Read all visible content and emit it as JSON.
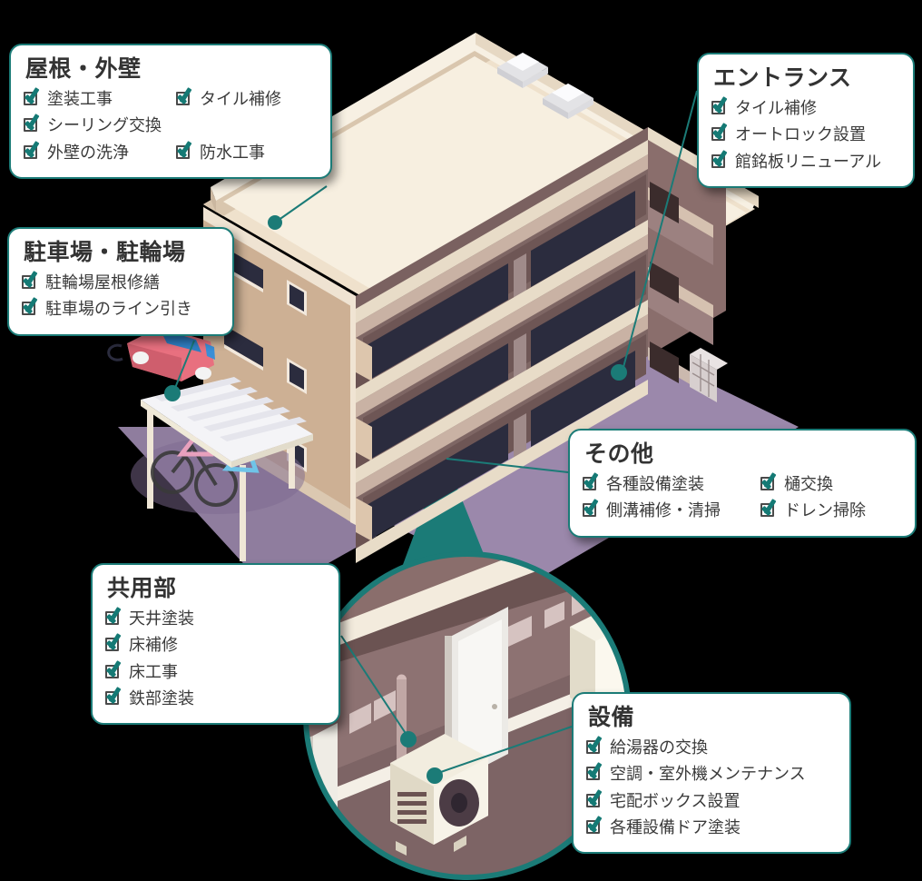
{
  "accent": "#1b7b77",
  "check_color": "#157a75",
  "title_color": "#333333",
  "text_color": "#3a3a3a",
  "card_bg": "#ffffff",
  "illustration": {
    "name": "isometric-apartment-building",
    "wall_light": "#d8bba2",
    "wall_dark": "#8a6e6c",
    "roof_top": "#f5ead9",
    "ground_shadow": "#9b88ab",
    "window_glass": "#2b2c3e",
    "car_body": "#e8707f",
    "magnifier_ring": "#1b7b77"
  },
  "cards": [
    {
      "id": "roof",
      "title": "屋根・外壁",
      "items": [
        "塗装工事",
        "タイル補修",
        "シーリング交換",
        "外壁の洗浄",
        "防水工事"
      ]
    },
    {
      "id": "entrance",
      "title": "エントランス",
      "items": [
        "タイル補修",
        "オートロック設置",
        "館銘板リニューアル"
      ]
    },
    {
      "id": "parking",
      "title": "駐車場・駐輪場",
      "items": [
        "駐輪場屋根修繕",
        "駐車場のライン引き"
      ]
    },
    {
      "id": "other",
      "title": "その他",
      "items": [
        "各種設備塗装",
        "樋交換",
        "側溝補修・清掃",
        "ドレン掃除"
      ]
    },
    {
      "id": "common",
      "title": "共用部",
      "items": [
        "天井塗装",
        "床補修",
        "床工事",
        "鉄部塗装"
      ]
    },
    {
      "id": "equipment",
      "title": "設備",
      "items": [
        "給湯器の交換",
        "空調・室外機メンテナンス",
        "宅配ボックス設置",
        "各種設備ドア塗装"
      ]
    }
  ]
}
